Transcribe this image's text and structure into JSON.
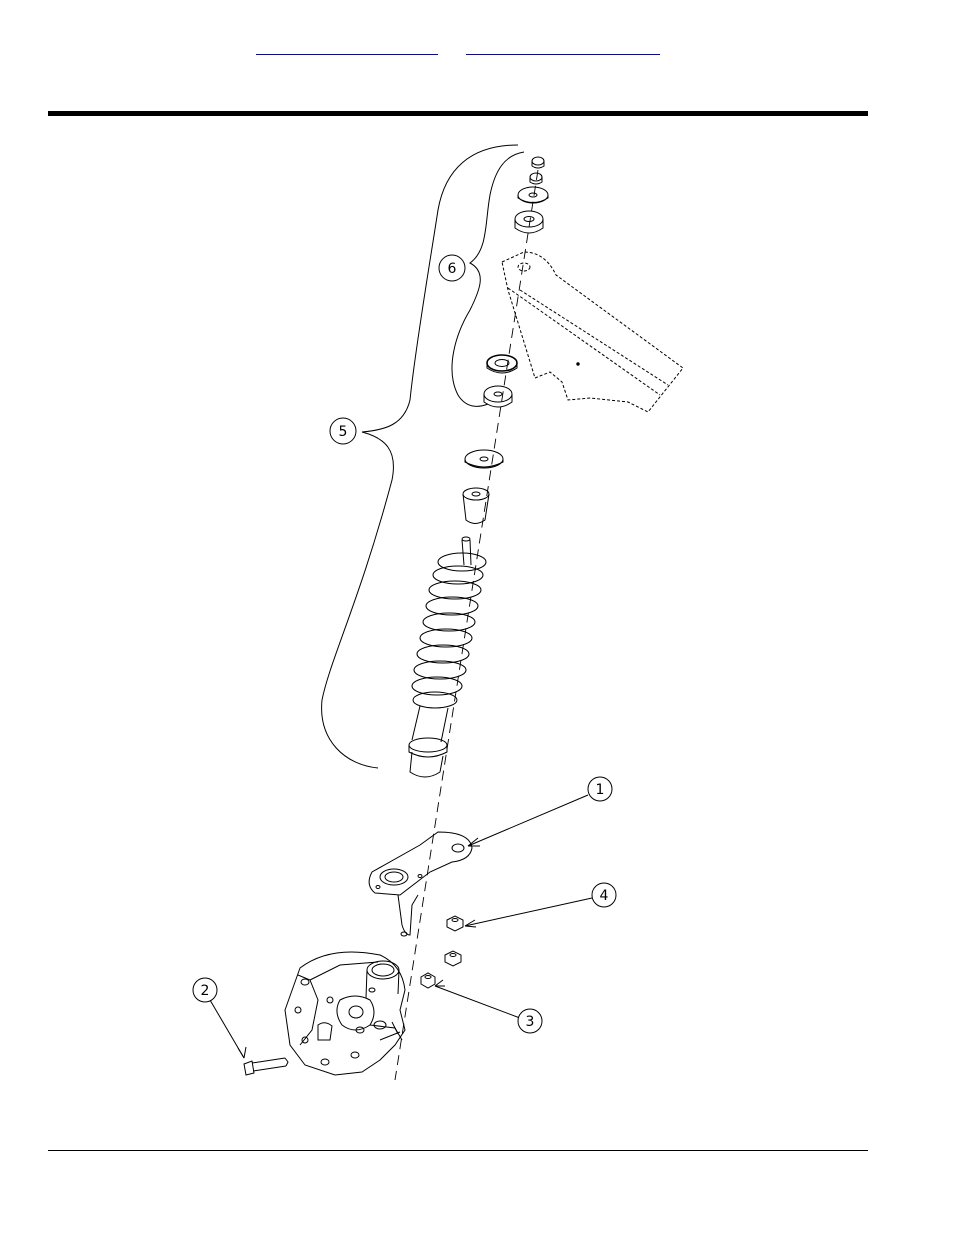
{
  "header": {
    "links": [
      {
        "label": ""
      },
      {
        "label": ""
      }
    ]
  },
  "diagram": {
    "callouts": [
      {
        "id": "1",
        "label": "1"
      },
      {
        "id": "2",
        "label": "2"
      },
      {
        "id": "3",
        "label": "3"
      },
      {
        "id": "4",
        "label": "4"
      },
      {
        "id": "5",
        "label": "5"
      },
      {
        "id": "6",
        "label": "6"
      }
    ]
  },
  "colors": {
    "link": "#0000ee",
    "line": "#000000"
  }
}
